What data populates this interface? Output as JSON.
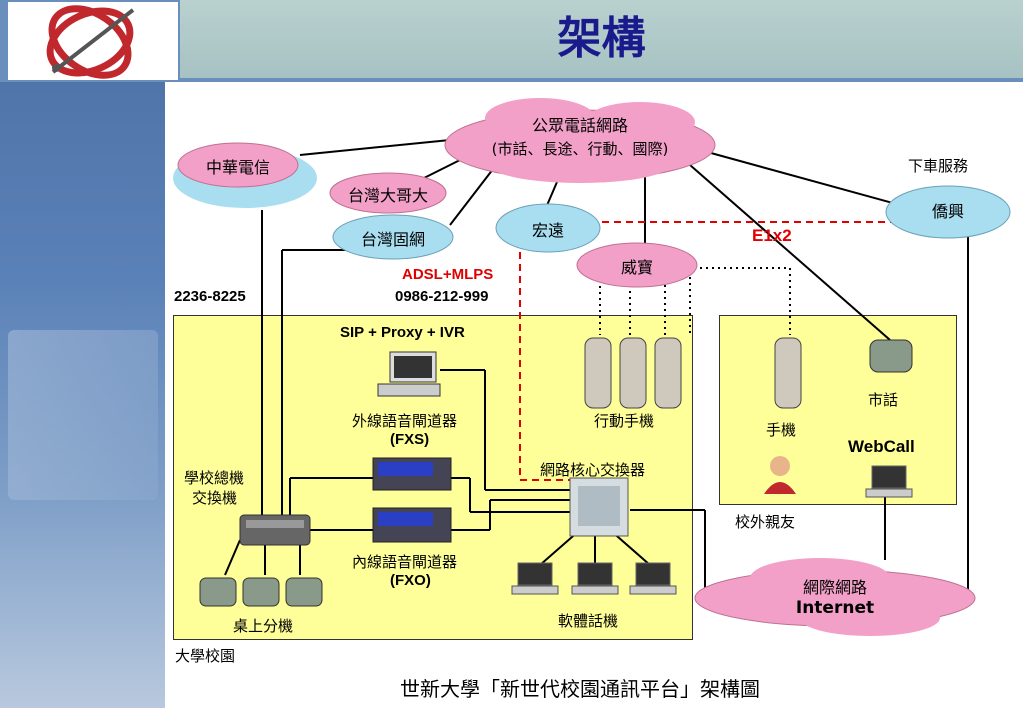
{
  "slide": {
    "title": "架構",
    "caption": "世新大學「新世代校園通訊平台」架構圖"
  },
  "clouds": {
    "pstn_line1": "公眾電話網路",
    "pstn_line2": "(市話、長途、行動、國際)",
    "cht": "中華電信",
    "tw_mobile": "台灣大哥大",
    "tw_fixed": "台灣固網",
    "hongyuan": "宏遠",
    "weibao": "威寶",
    "qiaoxing": "僑興",
    "internet_line1": "網際網路",
    "internet_line2": "Internet"
  },
  "labels": {
    "downstream": "下車服務",
    "e1": "E1x2",
    "adsl": "ADSL+MLPS",
    "phone_number_1": "2236-8225",
    "phone_number_2": "0986-212-999",
    "sip": "SIP + Proxy + IVR",
    "fxs_line1": "外線語音閘道器",
    "fxs_line2": "(FXS)",
    "mobile_phones": "行動手機",
    "pbx_line1": "學校總機",
    "pbx_line2": "交換機",
    "core_switch": "網路核心交換器",
    "fxo_line1": "內線語音閘道器",
    "fxo_line2": "(FXO)",
    "desk_phones": "桌上分機",
    "softphones": "軟體話機",
    "campus": "大學校園",
    "cellphone": "手機",
    "landline": "市話",
    "webcall": "WebCall",
    "off_campus": "校外親友"
  },
  "colors": {
    "campus_fill": "#ffff99",
    "pink_cloud": "#f2a0c8",
    "blue_cloud": "#a8def0",
    "title": "#1a1a8c",
    "red": "#e00000"
  }
}
